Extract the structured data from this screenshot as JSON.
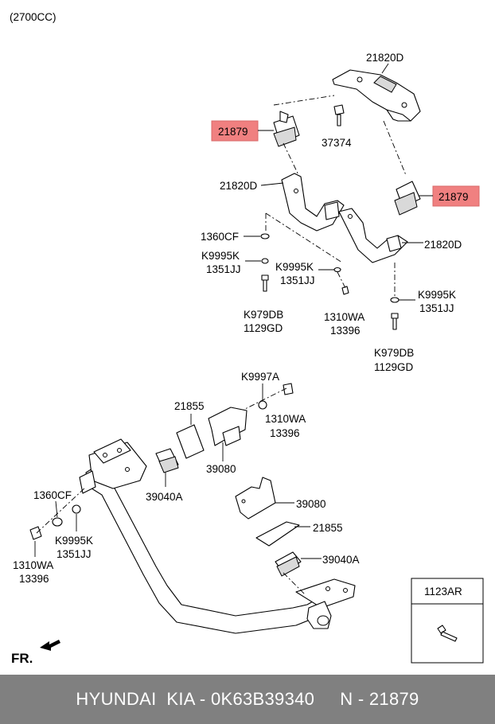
{
  "header": {
    "engine_note": "(2700CC)"
  },
  "labels": {
    "bracket_top": "21820D",
    "mount_left_hl": "21879",
    "bolt_37374": "37374",
    "bracket_mid_left": "21820D",
    "mount_right_hl": "21879",
    "washer_1360cf_top": "1360CF",
    "bracket_mid_right": "21820D",
    "washer_k9995k_a": "K9995K",
    "washer_1351jj_a": "1351JJ",
    "washer_k9995k_b": "K9995K",
    "washer_1351jj_b": "1351JJ",
    "washer_k9995k_c": "K9995K",
    "washer_1351jj_c": "1351JJ",
    "bolt_k979db_a": "K979DB",
    "bolt_1129gd_a": "1129GD",
    "nut_1310wa_a": "1310WA",
    "nut_13396_a": "13396",
    "bolt_k979db_b": "K979DB",
    "bolt_1129gd_b": "1129GD",
    "washer_k9997a": "K9997A",
    "nut_1310wa_b": "1310WA",
    "nut_13396_b": "13396",
    "plate_21855_a": "21855",
    "bracket_39080_a": "39080",
    "mount_39040a_a": "39040A",
    "washer_1360cf_bottom": "1360CF",
    "washer_k9995k_d": "K9995K",
    "washer_1351jj_d": "1351JJ",
    "nut_1310wa_c": "1310WA",
    "nut_13396_c": "13396",
    "bracket_39080_b": "39080",
    "plate_21855_b": "21855",
    "mount_39040a_b": "39040A",
    "inset_part": "1123AR",
    "front_indicator": "FR."
  },
  "colors": {
    "highlight": "#f08080",
    "footer_bg": "#808080",
    "footer_text": "#ffffff"
  },
  "footer": {
    "text": "HYUNDAI  KIA - 0K63B39340     N - 21879"
  }
}
